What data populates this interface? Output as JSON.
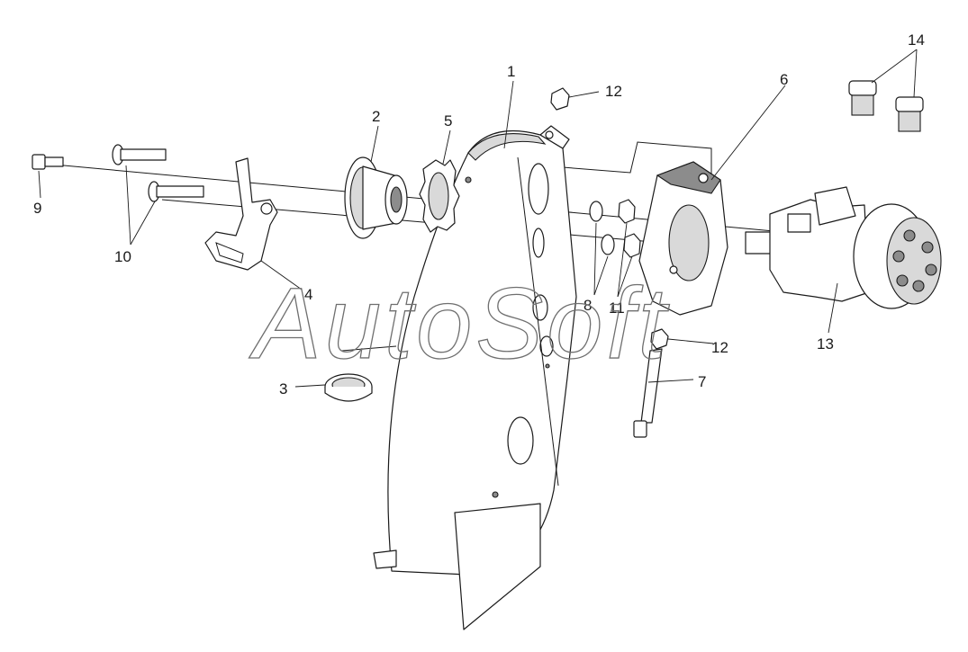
{
  "watermark": "AutoSoft",
  "callouts": [
    {
      "id": "1",
      "text": "1"
    },
    {
      "id": "2",
      "text": "2"
    },
    {
      "id": "3",
      "text": "3"
    },
    {
      "id": "4",
      "text": "4"
    },
    {
      "id": "5",
      "text": "5"
    },
    {
      "id": "6",
      "text": "6"
    },
    {
      "id": "7",
      "text": "7"
    },
    {
      "id": "8",
      "text": "8"
    },
    {
      "id": "9",
      "text": "9"
    },
    {
      "id": "10",
      "text": "10"
    },
    {
      "id": "11",
      "text": "11"
    },
    {
      "id": "12a",
      "text": "12"
    },
    {
      "id": "12b",
      "text": "12"
    },
    {
      "id": "13",
      "text": "13"
    },
    {
      "id": "14",
      "text": "14"
    }
  ]
}
